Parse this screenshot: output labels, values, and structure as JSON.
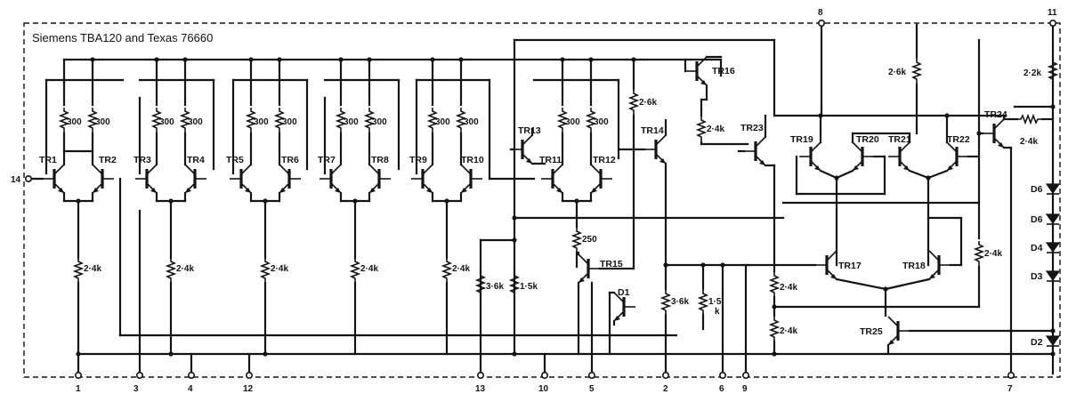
{
  "title": "Siemens TBA120 and Texas 76660",
  "transistors": {
    "tr1": "TR1",
    "tr2": "TR2",
    "tr3": "TR3",
    "tr4": "TR4",
    "tr5": "TR5",
    "tr6": "TR6",
    "tr7": "TR7",
    "tr8": "TR8",
    "tr9": "TR9",
    "tr10": "TR10",
    "tr11": "TR11",
    "tr12": "TR12",
    "tr13": "TR13",
    "tr14": "TR14",
    "tr15": "TR15",
    "tr16": "TR16",
    "tr17": "TR17",
    "tr18": "TR18",
    "tr19": "TR19",
    "tr20": "TR20",
    "tr21": "TR21",
    "tr22": "TR22",
    "tr23": "TR23",
    "tr24": "TR24",
    "tr25": "TR25"
  },
  "diodes": {
    "d1": "D1",
    "d2": "D2",
    "d3": "D3",
    "d4": "D4",
    "d5": "D6",
    "d6": "D6"
  },
  "resistors": {
    "r300": "300",
    "r2_4k": "2·4k",
    "r3_6k": "3·6k",
    "r1_5k": "1·5k",
    "r1_5k_split": "1·5",
    "r_k": "k",
    "r2_6k": "2·6k",
    "r2_2k": "2·2k",
    "r250": "250"
  },
  "pins": {
    "p1": "1",
    "p2": "2",
    "p3": "3",
    "p4": "4",
    "p5": "5",
    "p6": "6",
    "p7": "7",
    "p8": "8",
    "p9": "9",
    "p10": "10",
    "p11": "11",
    "p12": "12",
    "p13": "13",
    "p14": "14"
  }
}
